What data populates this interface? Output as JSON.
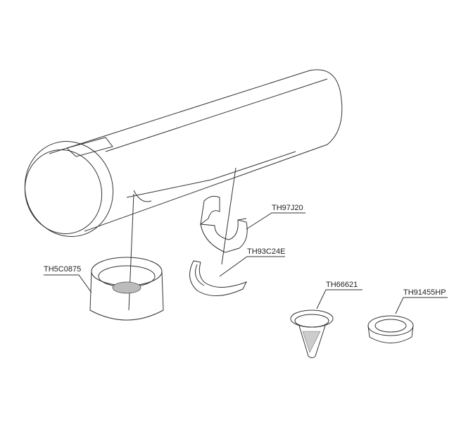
{
  "parts": [
    {
      "id": "clip",
      "label": "TH97J20"
    },
    {
      "id": "gasket",
      "label": "TH93C24E"
    },
    {
      "id": "aerator",
      "label": "TH5C0875"
    },
    {
      "id": "strainer",
      "label": "TH66621"
    },
    {
      "id": "washer",
      "label": "TH91455HP"
    }
  ]
}
